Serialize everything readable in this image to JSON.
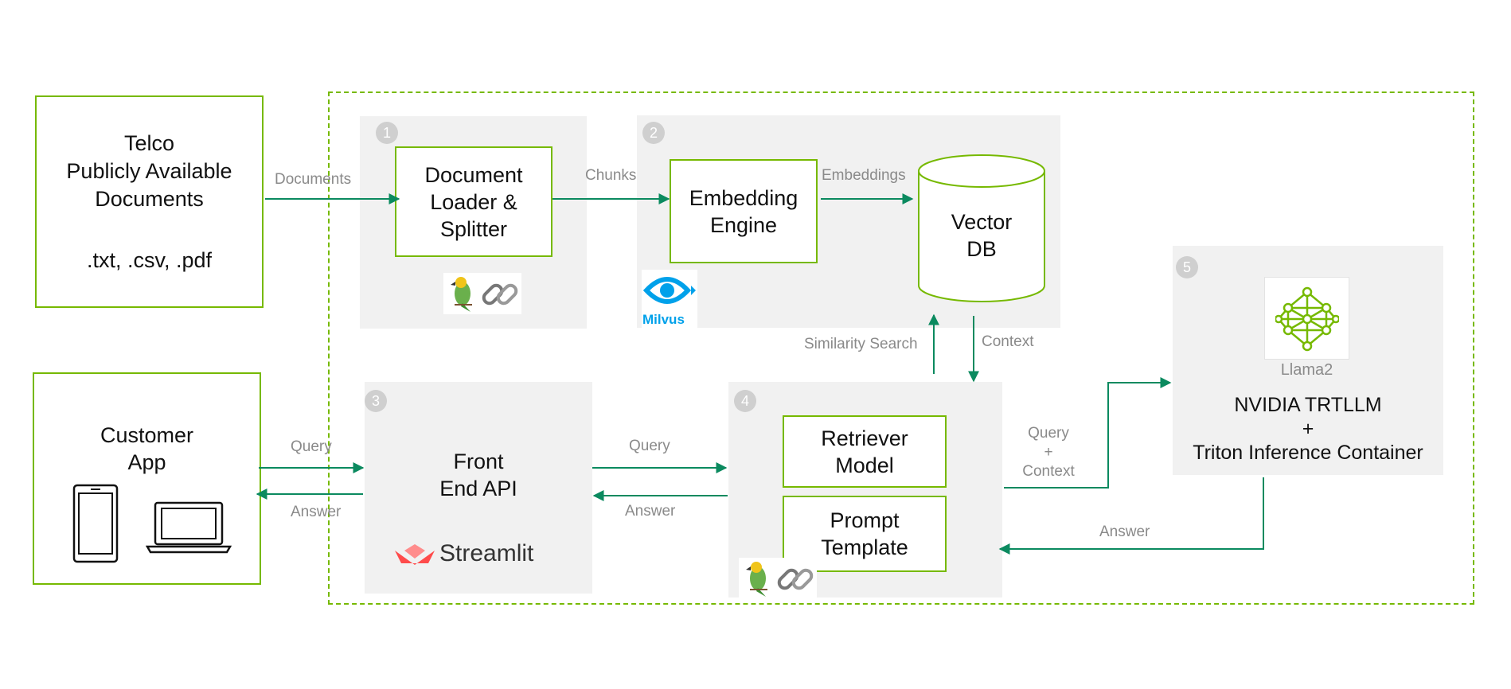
{
  "source_box": {
    "title_lines": [
      "Telco",
      "Publicly Available",
      "Documents"
    ],
    "formats": ".txt, .csv, .pdf"
  },
  "customer_box": {
    "title_lines": [
      "Customer",
      "App"
    ]
  },
  "steps": {
    "s1": {
      "number": "1",
      "box_lines": [
        "Document",
        "Loader &",
        "Splitter"
      ]
    },
    "s2": {
      "number": "2",
      "engine_lines": [
        "Embedding",
        "Engine"
      ],
      "db_lines": [
        "Vector",
        "DB"
      ],
      "logo_text": "Milvus"
    },
    "s3": {
      "number": "3",
      "box_lines": [
        "Front",
        "End API"
      ],
      "logo_text": "Streamlit"
    },
    "s4": {
      "number": "4",
      "retriever_lines": [
        "Retriever",
        "Model"
      ],
      "prompt_lines": [
        "Prompt",
        "Template"
      ]
    },
    "s5": {
      "number": "5",
      "model_label": "Llama2",
      "title_lines": [
        "NVIDIA TRTLLM",
        "+",
        "Triton Inference Container"
      ]
    }
  },
  "edge_labels": {
    "documents": "Documents",
    "chunks": "Chunks",
    "embeddings": "Embeddings",
    "similarity_search": "Similarity Search",
    "context": "Context",
    "query_app": "Query",
    "answer_app": "Answer",
    "query_api": "Query",
    "answer_api": "Answer",
    "query_context": [
      "Query",
      "+",
      "Context"
    ],
    "answer_llm": "Answer"
  },
  "colors": {
    "accent_green": "#76b900",
    "arrow_green": "#0b8a5f",
    "panel_gray": "#f1f1f1",
    "badge_gray": "#cfcfcf",
    "label_gray": "#8a8a8a"
  },
  "icons": [
    "parrot-icon",
    "chain-link-icon",
    "milvus-eye-icon",
    "streamlit-icon",
    "phone-icon",
    "laptop-icon",
    "neural-network-icon"
  ]
}
